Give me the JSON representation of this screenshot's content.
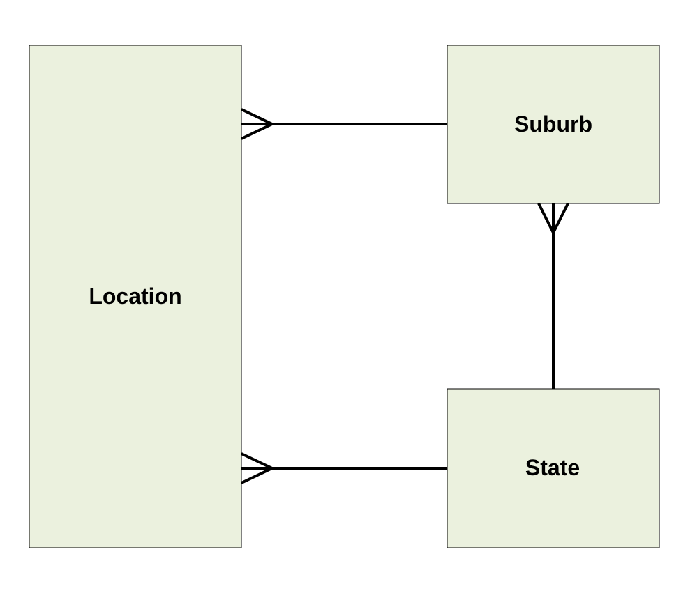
{
  "diagram": {
    "entities": {
      "location": {
        "label": "Location"
      },
      "suburb": {
        "label": "Suburb"
      },
      "state": {
        "label": "State"
      }
    },
    "relationships": [
      {
        "from": "suburb",
        "to": "location",
        "notation": "one-to-many",
        "many_end": "location"
      },
      {
        "from": "state",
        "to": "location",
        "notation": "one-to-many",
        "many_end": "location"
      },
      {
        "from": "state",
        "to": "suburb",
        "notation": "one-to-many",
        "many_end": "suburb"
      }
    ]
  },
  "colors": {
    "entity_fill": "#ebf1de",
    "entity_border": "#000000",
    "line": "#000000",
    "background": "#ffffff"
  }
}
